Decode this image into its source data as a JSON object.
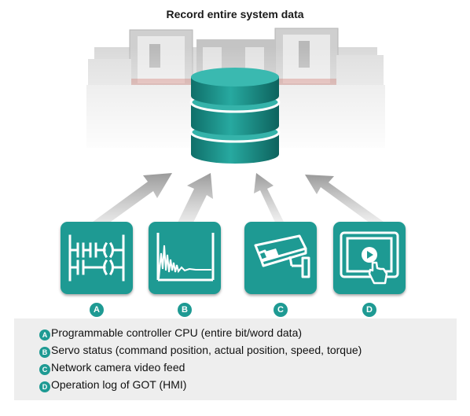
{
  "title": "Record entire system data",
  "tiles": [
    {
      "letter": "A",
      "icon": "ladder-logic-icon"
    },
    {
      "letter": "B",
      "icon": "servo-waveform-icon"
    },
    {
      "letter": "C",
      "icon": "network-camera-icon"
    },
    {
      "letter": "D",
      "icon": "touch-panel-icon"
    }
  ],
  "legend": [
    {
      "letter": "A",
      "text": "Programmable controller CPU (entire bit/word data)"
    },
    {
      "letter": "B",
      "text": "Servo status (command position, actual position, speed, torque)"
    },
    {
      "letter": "C",
      "text": "Network camera video feed"
    },
    {
      "letter": "D",
      "text": "Operation log of GOT (HMI)"
    }
  ],
  "colors": {
    "teal": "#1e9a93",
    "arrow": "#a9a9a9",
    "legend_bg": "#eeeeee"
  }
}
